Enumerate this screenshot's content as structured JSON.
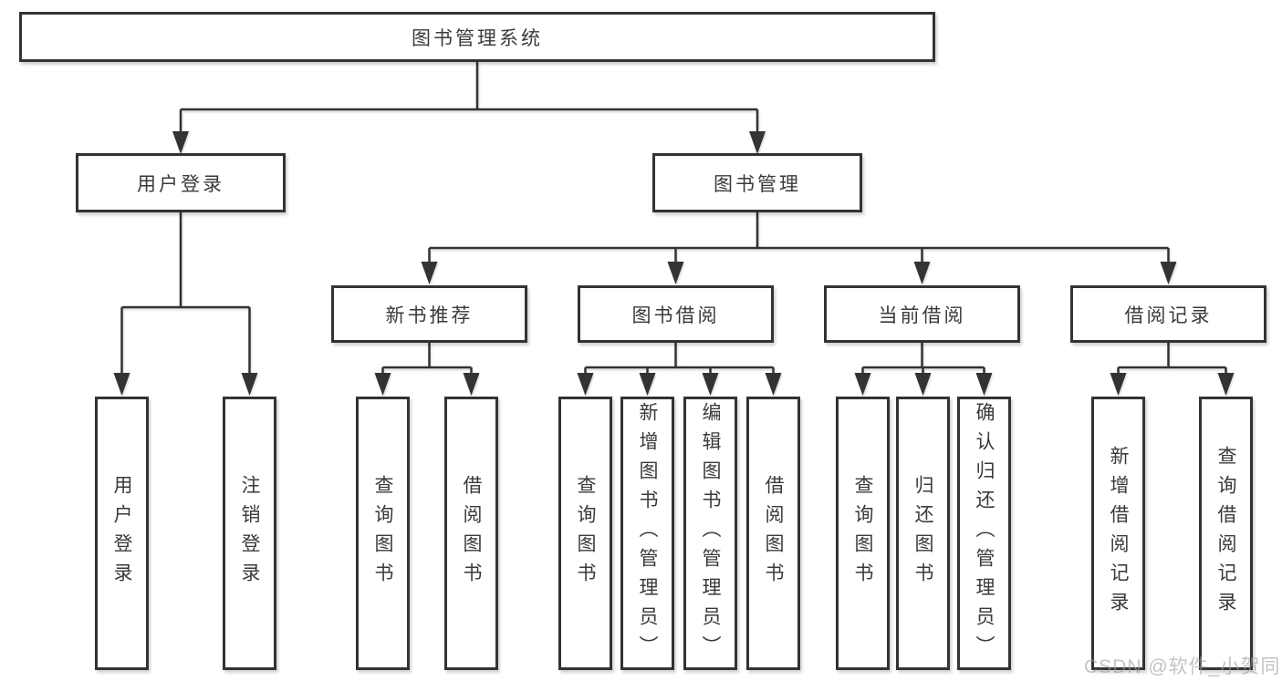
{
  "diagram_title": "图书管理系统",
  "tree": {
    "root": {
      "label": "图书管理系统"
    },
    "branches": [
      {
        "label": "用户登录",
        "children": [
          {
            "label": "用户登录"
          },
          {
            "label": "注销登录"
          }
        ]
      },
      {
        "label": "图书管理",
        "children": [
          {
            "label": "新书推荐",
            "children": [
              {
                "label": "查询图书"
              },
              {
                "label": "借阅图书"
              }
            ]
          },
          {
            "label": "图书借阅",
            "children": [
              {
                "label": "查询图书"
              },
              {
                "label": "新增图书（管理员）"
              },
              {
                "label": "编辑图书（管理员）"
              },
              {
                "label": "借阅图书"
              }
            ]
          },
          {
            "label": "当前借阅",
            "children": [
              {
                "label": "查询图书"
              },
              {
                "label": "归还图书"
              },
              {
                "label": "确认归还（管理员）"
              }
            ]
          },
          {
            "label": "借阅记录",
            "children": [
              {
                "label": "新增借阅记录"
              },
              {
                "label": "查询借阅记录"
              }
            ]
          }
        ]
      }
    ]
  },
  "watermark": {
    "text": "CSDN @软件_小贺同学"
  },
  "colors": {
    "line": "#333333",
    "box_border": "#333333",
    "box_fill": "#ffffff",
    "text": "#3a3a3a",
    "watermark_text": "#9e9e9e",
    "background": "#ffffff"
  }
}
